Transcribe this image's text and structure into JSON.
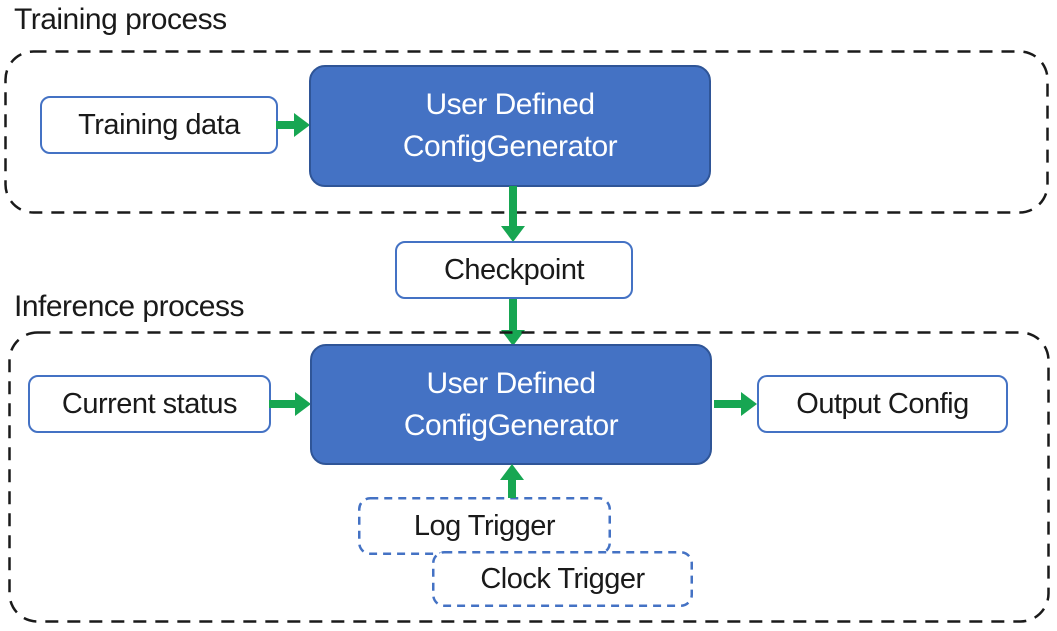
{
  "diagram": {
    "sections": {
      "training": {
        "label": "Training process"
      },
      "inference": {
        "label": "Inference process"
      }
    },
    "nodes": {
      "training_data": {
        "label": "Training data"
      },
      "generator_training": {
        "line1": "User Defined",
        "line2": "ConfigGenerator"
      },
      "checkpoint": {
        "label": "Checkpoint"
      },
      "current_status": {
        "label": "Current status"
      },
      "generator_inference": {
        "line1": "User Defined",
        "line2": "ConfigGenerator"
      },
      "output_config": {
        "label": "Output Config"
      },
      "log_trigger": {
        "label": "Log Trigger"
      },
      "clock_trigger": {
        "label": "Clock Trigger"
      }
    },
    "edges": [
      {
        "from": "training_data",
        "to": "generator_training",
        "direction": "right"
      },
      {
        "from": "generator_training",
        "to": "checkpoint",
        "direction": "down"
      },
      {
        "from": "checkpoint",
        "to": "generator_inference",
        "direction": "down"
      },
      {
        "from": "current_status",
        "to": "generator_inference",
        "direction": "right"
      },
      {
        "from": "generator_inference",
        "to": "output_config",
        "direction": "right"
      },
      {
        "from": "log_trigger",
        "to": "generator_inference",
        "direction": "up"
      }
    ],
    "colors": {
      "node_fill_blue": "#4472C4",
      "node_border_blue": "#2F5597",
      "box_border_blue": "#4472C4",
      "arrow_green": "#17A652",
      "container_dash_black": "#1A1A1A",
      "text_black": "#1A1A1A",
      "text_white": "#FFFFFF"
    }
  }
}
